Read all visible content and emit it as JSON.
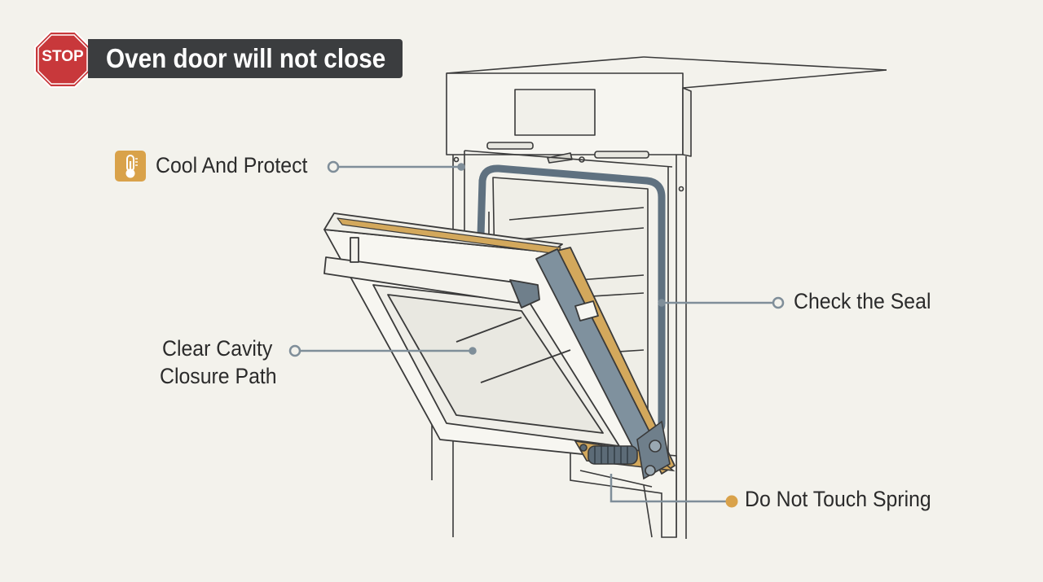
{
  "header": {
    "stop_sign_text": "STOP",
    "title": "Oven door will not close"
  },
  "callouts": {
    "cool_and_protect": {
      "label": "Cool And Protect",
      "icon": "thermometer-icon"
    },
    "check_the_seal": {
      "label": "Check the Seal"
    },
    "clear_cavity": {
      "line1": "Clear Cavity",
      "line2": "Closure Path"
    },
    "do_not_touch_spring": {
      "label": "Do Not Touch Spring"
    }
  },
  "colors": {
    "background": "#f3f2ec",
    "stop_red": "#c8383b",
    "title_bar": "#3b3d3f",
    "accent_orange": "#d9a24a",
    "leader_gray": "#7f8e99",
    "gasket_slate": "#5f7180",
    "hinge_tan": "#d3a85c"
  }
}
